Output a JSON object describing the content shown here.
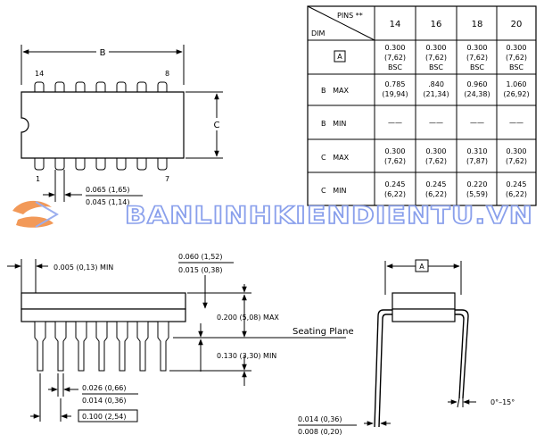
{
  "table": {
    "header_pins": "PINS **",
    "header_dim": "DIM",
    "pin_counts": [
      "14",
      "16",
      "18",
      "20"
    ],
    "rows": [
      {
        "dim": "A",
        "boxed": true,
        "cells": [
          [
            "0.300",
            "(7,62)",
            "BSC"
          ],
          [
            "0.300",
            "(7,62)",
            "BSC"
          ],
          [
            "0.300",
            "(7,62)",
            "BSC"
          ],
          [
            "0.300",
            "(7,62)",
            "BSC"
          ]
        ]
      },
      {
        "dim": "B   MAX",
        "boxed": false,
        "cells": [
          [
            "0.785",
            "(19,94)"
          ],
          [
            ".840",
            "(21,34)"
          ],
          [
            "0.960",
            "(24,38)"
          ],
          [
            "1.060",
            "(26,92)"
          ]
        ]
      },
      {
        "dim": "B   MIN",
        "boxed": false,
        "cells": [
          [
            "——"
          ],
          [
            "——"
          ],
          [
            "——"
          ],
          [
            "——"
          ]
        ]
      },
      {
        "dim": "C   MAX",
        "boxed": false,
        "cells": [
          [
            "0.300",
            "(7,62)"
          ],
          [
            "0.300",
            "(7,62)"
          ],
          [
            "0.310",
            "(7,87)"
          ],
          [
            "0.300",
            "(7,62)"
          ]
        ]
      },
      {
        "dim": "C   MIN",
        "boxed": false,
        "cells": [
          [
            "0.245",
            "(6,22)"
          ],
          [
            "0.245",
            "(6,22)"
          ],
          [
            "0.220",
            "(5,59)"
          ],
          [
            "0.245",
            "(6,22)"
          ]
        ]
      }
    ]
  },
  "top_view": {
    "dim_b": "B",
    "dim_c": "C",
    "pin_14": "14",
    "pin_8": "8",
    "pin_1": "1",
    "pin_7": "7",
    "lead_width_max": "0.065 (1,65)",
    "lead_width_min": "0.045 (1,14)"
  },
  "side_view": {
    "offset": "0.005 (0,13) MIN",
    "thick_max": "0.060 (1,52)",
    "thick_min": "0.015 (0,38)",
    "height_max": "0.200 (5,08) MAX",
    "seating_plane": "Seating Plane",
    "lead_len_min": "0.130 (3,30) MIN",
    "lead_w_max": "0.026 (0,66)",
    "lead_w_min": "0.014 (0,36)",
    "pitch": "0.100 (2,54)"
  },
  "end_view": {
    "dim_a": "A",
    "angle": "0°–15°",
    "lead_t_max": "0.014 (0,36)",
    "lead_t_min": "0.008 (0,20)"
  },
  "watermark": "BANLINHKIENDIENTU.VN",
  "colors": {
    "watermark": "#8aa0ec",
    "logo_orange": "#f0883c"
  }
}
